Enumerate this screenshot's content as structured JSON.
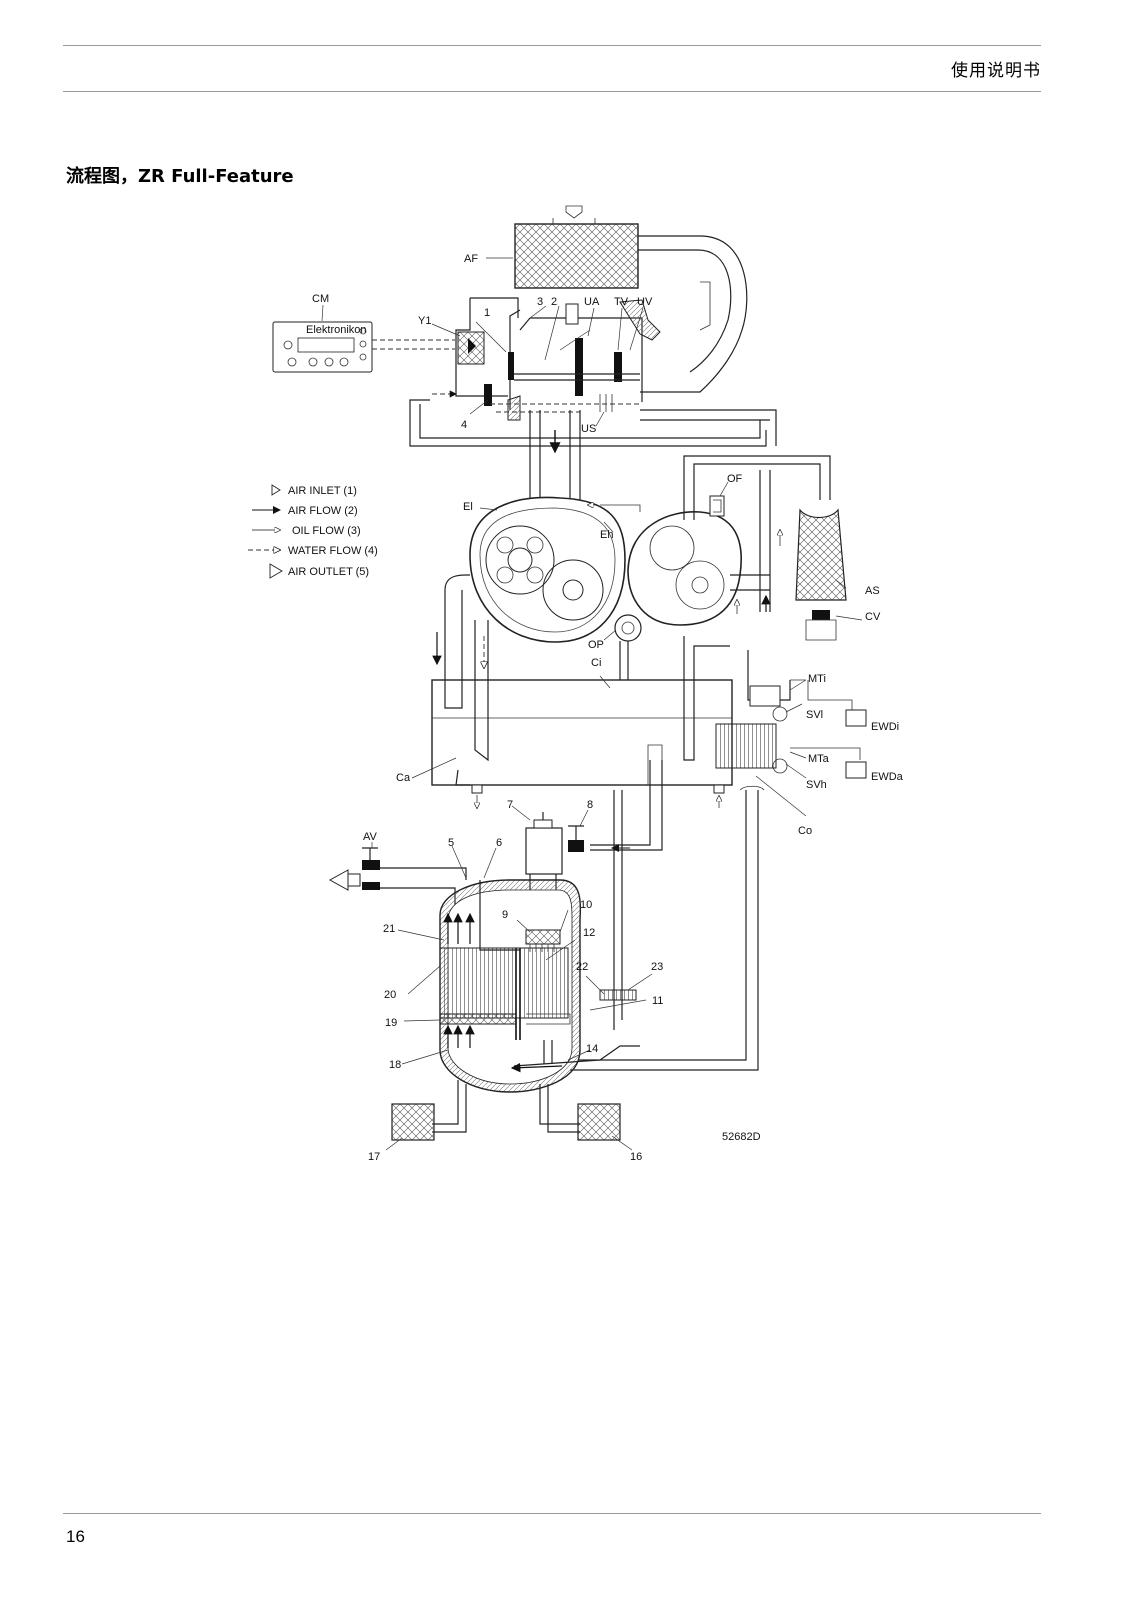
{
  "header": {
    "title": "使用说明书"
  },
  "section": {
    "title": "流程图，ZR Full-Feature"
  },
  "footer": {
    "page_number": "16"
  },
  "diagram": {
    "drawing_code": "52682D",
    "controller_label": "Elektronikon",
    "legend": [
      {
        "text": "AIR INLET (1)",
        "symbol": "hollow-arrow-small"
      },
      {
        "text": "AIR FLOW (2)",
        "symbol": "solid-arrow"
      },
      {
        "text": "OIL FLOW (3)",
        "symbol": "hollow-line-arrow"
      },
      {
        "text": "WATER FLOW (4)",
        "symbol": "dashed-arrow"
      },
      {
        "text": "AIR OUTLET (5)",
        "symbol": "hollow-arrow-large"
      }
    ],
    "labels": {
      "AF": "AF",
      "CM": "CM",
      "Y1": "Y1",
      "n1": "1",
      "n3": "3",
      "n2": "2",
      "UA": "UA",
      "TV": "TV",
      "UV": "UV",
      "n4": "4",
      "US": "US",
      "OF": "OF",
      "El": "El",
      "Eh": "Eh",
      "AS": "AS",
      "CV": "CV",
      "OP": "OP",
      "Ci": "Ci",
      "MTi": "MTi",
      "SVl": "SVl",
      "EWDi": "EWDi",
      "MTa": "MTa",
      "SVh": "SVh",
      "EWDa": "EWDa",
      "Ca": "Ca",
      "Co": "Co",
      "n7": "7",
      "n8": "8",
      "AV": "AV",
      "n5": "5",
      "n6": "6",
      "n10": "10",
      "n9": "9",
      "n12": "12",
      "n21": "21",
      "n22": "22",
      "n23": "23",
      "n20": "20",
      "n11": "11",
      "n19": "19",
      "n14": "14",
      "n18": "18",
      "n17": "17",
      "n16": "16"
    }
  }
}
